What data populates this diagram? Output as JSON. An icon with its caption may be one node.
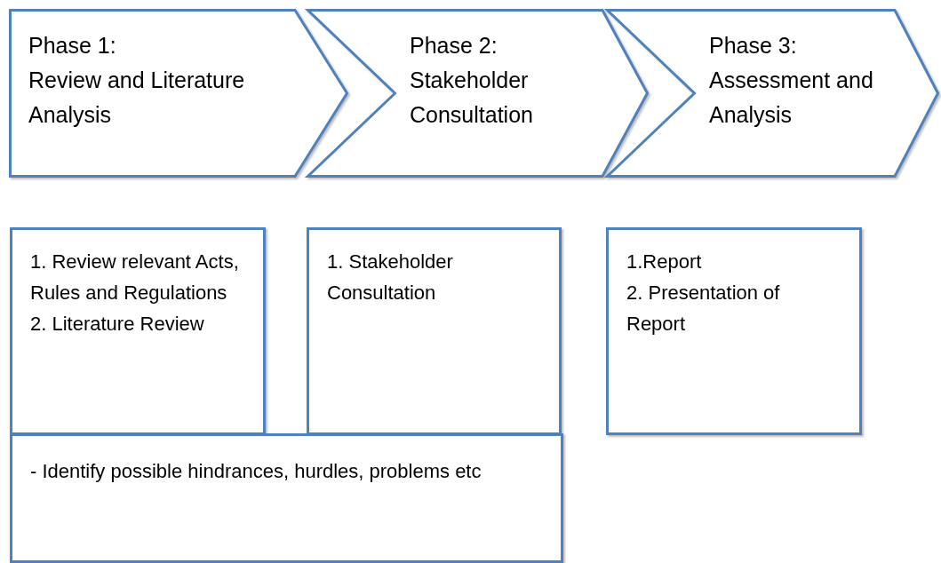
{
  "diagram": {
    "nodes": [
      {
        "text": [
          "Phase 1:",
          "Review and Literature Analysis"
        ]
      },
      {
        "text": [
          "Phase 2:",
          "Stakeholder Consultation"
        ]
      },
      {
        "text": [
          "Phase 3:",
          "Assessment and Analysis"
        ]
      },
      {
        "text": [
          "1. Review relevant Acts, Rules and Regulations",
          "2. Literature Review"
        ]
      },
      {
        "text": [
          "1. Stakeholder Consultation"
        ]
      },
      {
        "text": [
          "1.Report",
          "2. Presentation of Report"
        ]
      },
      {
        "text": [
          "- Identify possible hindrances, hurdles, problems etc"
        ]
      }
    ],
    "edges": []
  }
}
